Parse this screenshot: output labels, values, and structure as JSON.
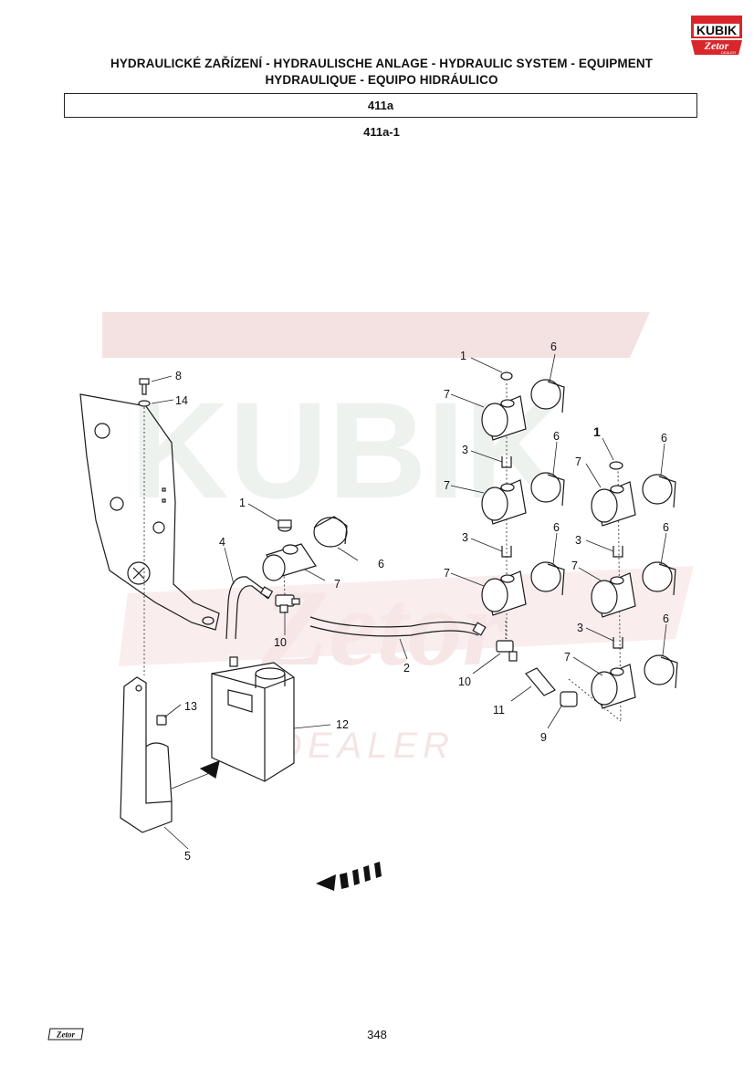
{
  "header": {
    "title_line1": "HYDRAULICKÉ ZAŘÍZENÍ - HYDRAULISCHE ANLAGE - HYDRAULIC SYSTEM - EQUIPMENT",
    "title_line2": "HYDRAULIQUE - EQUIPO HIDRÁULICO",
    "section_code": "411a",
    "subsection_code": "411a-1"
  },
  "logos": {
    "dealer_logo_text": "KUBIK",
    "brand_logo_text": "Zetor",
    "dealer_subtext": "DEALER",
    "brand_color": "#d9262b"
  },
  "watermark": {
    "main": "KUBIK",
    "brand": "Zetor",
    "sub": "DEALER"
  },
  "part_callouts": {
    "c1a": "1",
    "c6a": "6",
    "c7a": "7",
    "c3a": "3",
    "c6b": "6",
    "c7b": "7",
    "c1b": "1",
    "c6c": "6",
    "c7c": "7",
    "c3b": "3",
    "c6d": "6",
    "c7d": "7",
    "c3c": "3",
    "c6e": "6",
    "c7e": "7",
    "c3d": "3",
    "c6f": "6",
    "c7f": "7",
    "c1c": "1",
    "c6g": "6",
    "c7g": "7",
    "c8": "8",
    "c14": "14",
    "c4": "4",
    "c10a": "10",
    "c2": "2",
    "c10b": "10",
    "c11": "11",
    "c9": "9",
    "c12": "12",
    "c13": "13",
    "c5": "5"
  },
  "footer": {
    "page_number": "348",
    "footer_logo_text": "Zetor"
  }
}
